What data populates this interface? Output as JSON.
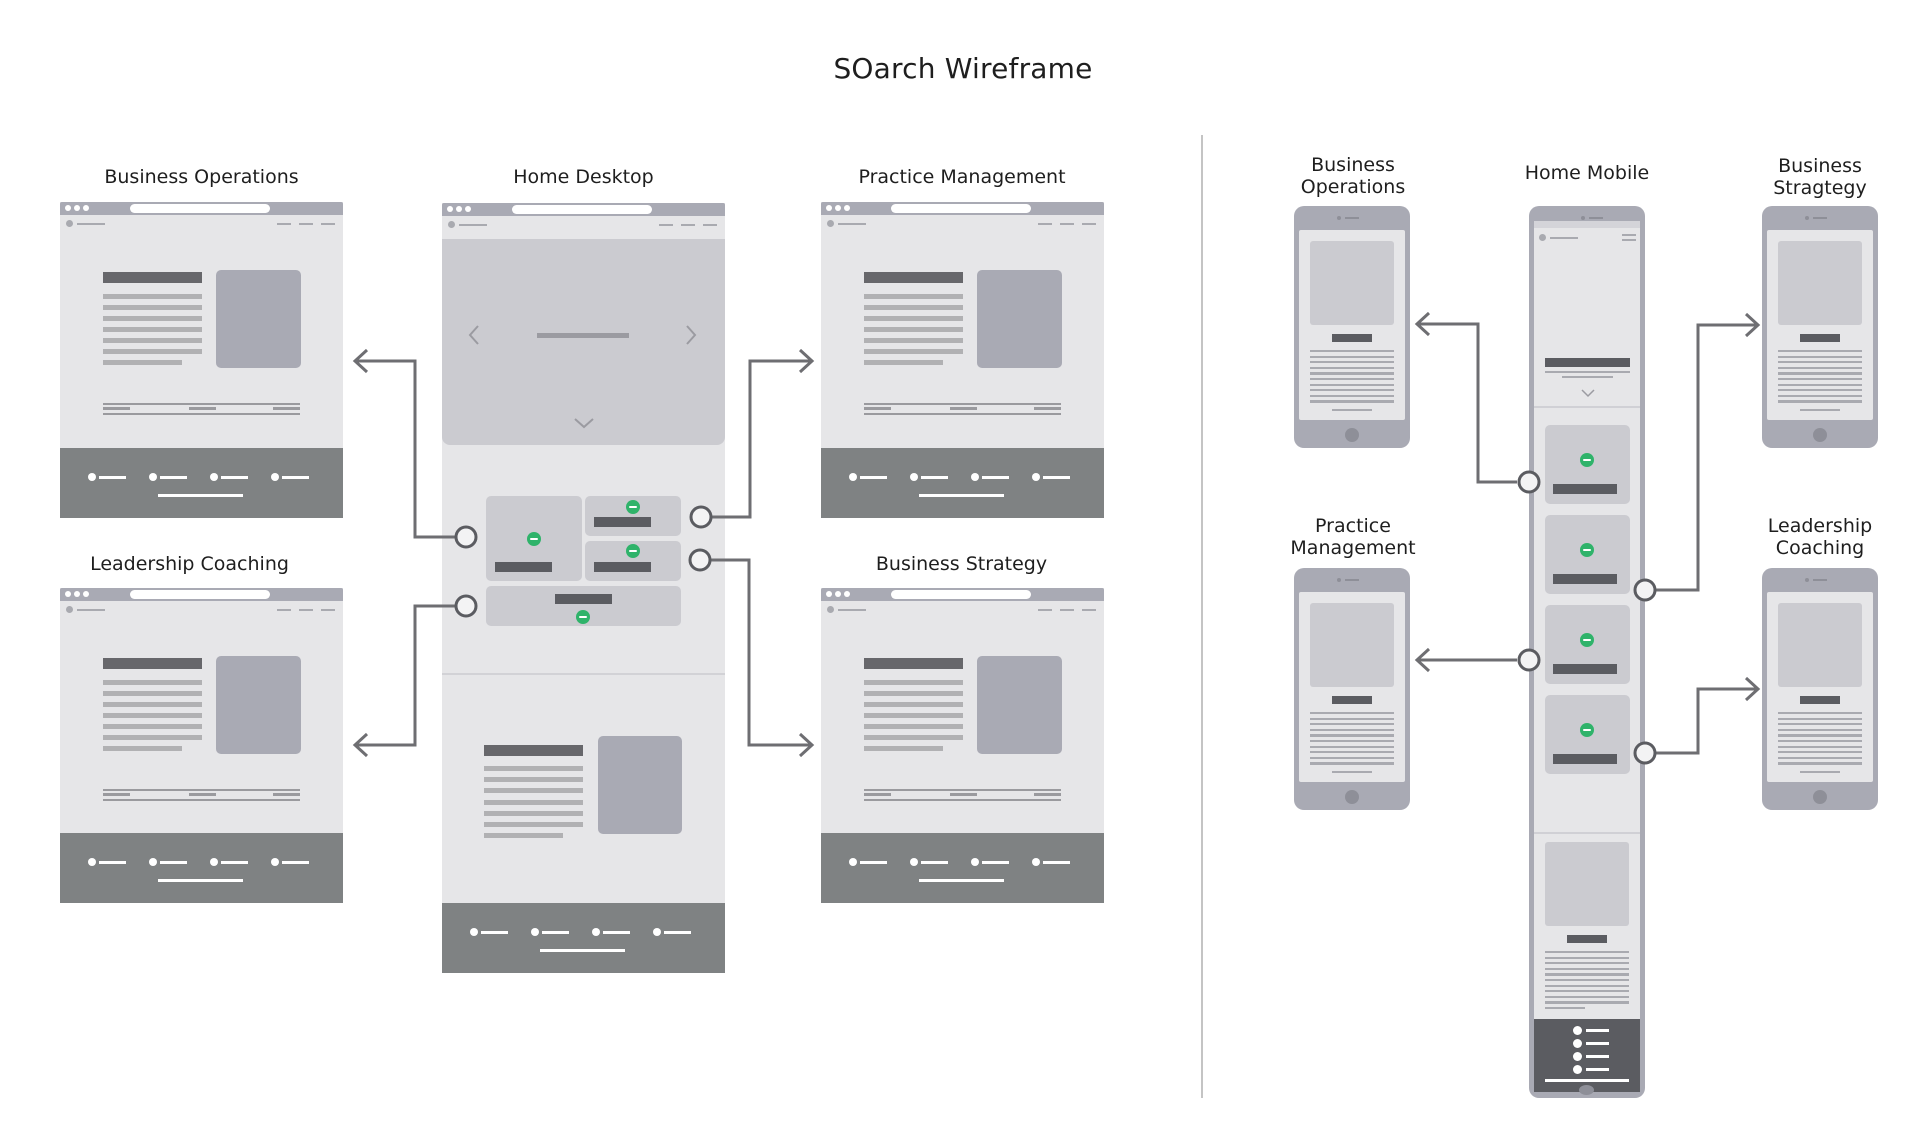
{
  "title": "SOarch Wireframe",
  "colors": {
    "frame": "#a9aab4",
    "page_bg": "#e6e6e8",
    "card": "#cbcbd0",
    "heading_bar": "#67676b",
    "footer": "#7f8283",
    "mobile_footer": "#5b5c61",
    "link_dot": "#2fb36a",
    "connector": "#6e6e72",
    "divider": "#c4c4c4"
  },
  "desktop": {
    "hub": {
      "label": "Home Desktop",
      "footer_items": 4
    },
    "pages": [
      {
        "id": "business-operations",
        "label": "Business Operations"
      },
      {
        "id": "leadership-coaching",
        "label": "Leadership Coaching"
      },
      {
        "id": "practice-management",
        "label": "Practice Management"
      },
      {
        "id": "business-strategy",
        "label": "Business Strategy"
      }
    ],
    "links": [
      {
        "from": "home-desktop",
        "to": "business-operations"
      },
      {
        "from": "home-desktop",
        "to": "leadership-coaching"
      },
      {
        "from": "home-desktop",
        "to": "practice-management"
      },
      {
        "from": "home-desktop",
        "to": "business-strategy"
      }
    ]
  },
  "mobile": {
    "hub": {
      "label": "Home Mobile",
      "footer_items": 4
    },
    "pages": [
      {
        "id": "m-business-operations",
        "label_line1": "Business",
        "label_line2": "Operations"
      },
      {
        "id": "m-practice-management",
        "label_line1": "Practice",
        "label_line2": "Management"
      },
      {
        "id": "m-business-strategy",
        "label_line1": "Business",
        "label_line2": "Stragtegy"
      },
      {
        "id": "m-leadership-coaching",
        "label_line1": "Leadership",
        "label_line2": "Coaching"
      }
    ],
    "links": [
      {
        "from": "home-mobile",
        "to": "m-business-operations"
      },
      {
        "from": "home-mobile",
        "to": "m-practice-management"
      },
      {
        "from": "home-mobile",
        "to": "m-business-strategy"
      },
      {
        "from": "home-mobile",
        "to": "m-leadership-coaching"
      }
    ]
  }
}
